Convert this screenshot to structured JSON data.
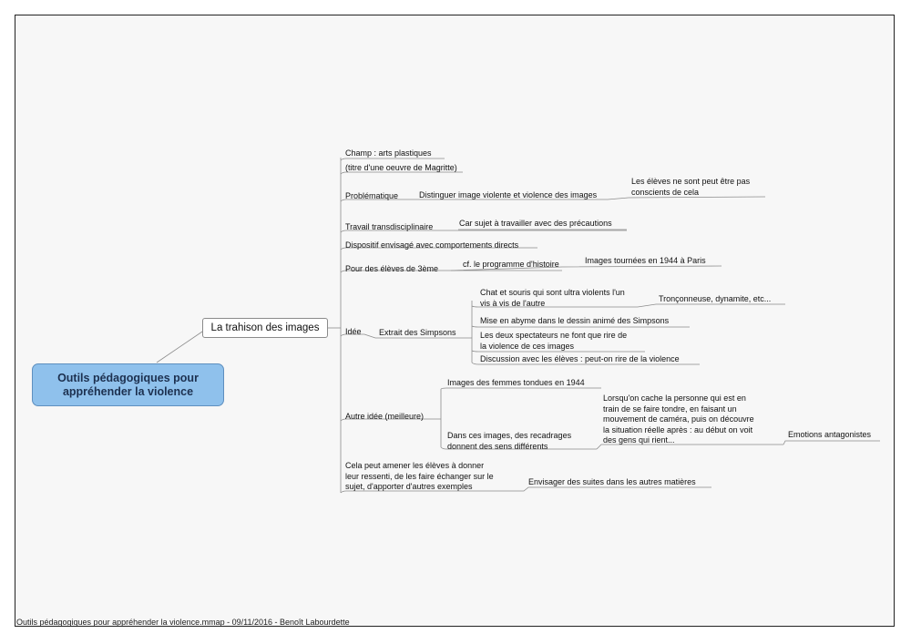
{
  "root": {
    "label": "Outils pédagogiques pour\nappréhender la violence"
  },
  "main_topic": {
    "label": "La trahison des images"
  },
  "topics": {
    "champ": "Champ : arts plastiques",
    "titre": "(titre d'une oeuvre de Magritte)",
    "problematique": "Problématique",
    "problematique_detail": "Distinguer image violente et violence des images",
    "problematique_note": "Les élèves ne sont peut être pas\nconscients de cela",
    "travail": "Travail transdisciplinaire",
    "travail_detail": "Car sujet à travailler avec des précautions",
    "dispositif": "Dispositif envisagé avec comportements directs",
    "eleves": "Pour des élèves de 3ème",
    "eleves_detail": "cf. le programme d'histoire",
    "eleves_note": "Images tournées en 1944 à Paris",
    "idee": "Idée",
    "extrait": "Extrait des Simpsons",
    "chat": "Chat et souris qui sont ultra violents l'un\nvis à vis de l'autre",
    "chat_note": "Tronçonneuse, dynamite, etc...",
    "abyme": "Mise en abyme dans le dessin animé des Simpsons",
    "spectateurs": "Les deux spectateurs ne font que rire de\nla violence de ces images",
    "discussion": "Discussion avec les élèves : peut-on rire de la violence",
    "autre": "Autre idée (meilleure)",
    "femmes": "Images des femmes tondues en 1944",
    "recadrages": "Dans ces images, des recadrages\ndonnent des sens différents",
    "cache": "Lorsqu'on cache la personne qui est en\ntrain de se faire tondre, en faisant un\nmouvement de caméra, puis on découvre\nla situation réelle après : au début on voit\ndes gens qui rient...",
    "emotions": "Emotions antagonistes",
    "ressenti": "Cela peut amener les élèves à donner\nleur ressenti, de les faire échanger sur le\nsujet, d'apporter d'autres exemples",
    "suites": "Envisager des suites dans les autres matières"
  },
  "footer": "Outils  pédagogiques  pour  appréhender  la  violence.mmap  -  09/11/2016  -  Benoît  Labourdette"
}
